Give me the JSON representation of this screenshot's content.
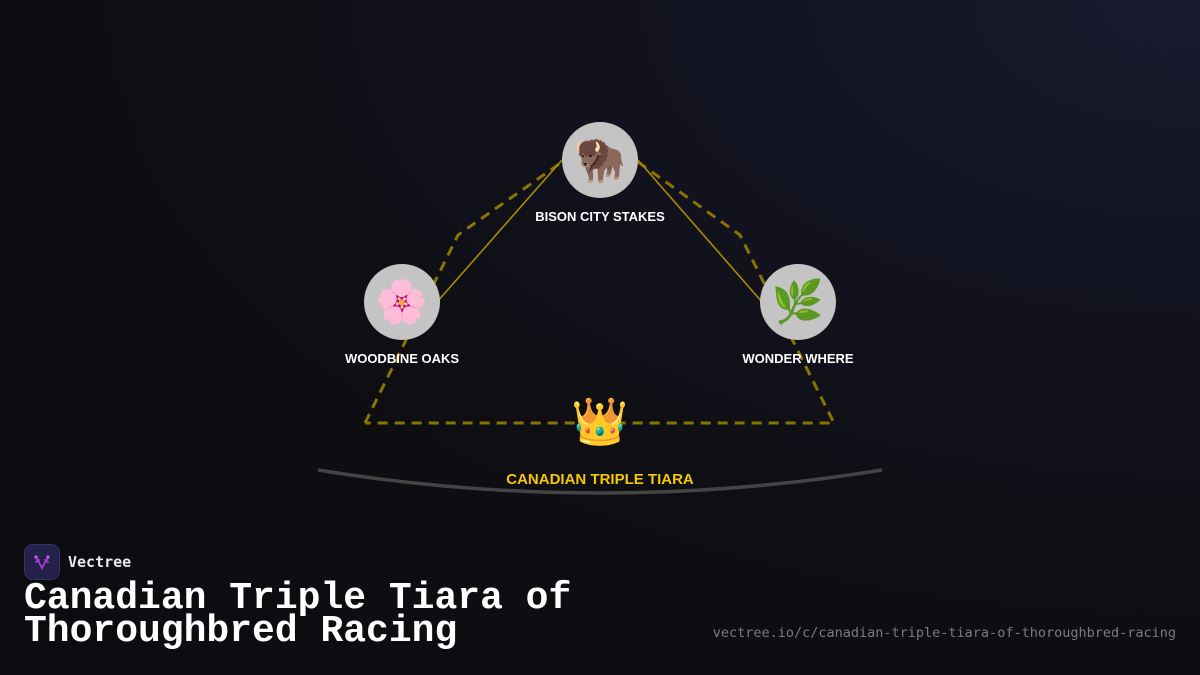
{
  "diagram": {
    "nodes": [
      {
        "label": "BISON CITY STAKES",
        "icon": "bison-icon",
        "emoji": "🦬"
      },
      {
        "label": "WOODBINE OAKS",
        "icon": "cherry-blossom-icon",
        "emoji": "🌸"
      },
      {
        "label": "WONDER WHERE",
        "icon": "herb-icon",
        "emoji": "🌿"
      }
    ],
    "center": {
      "label": "CANADIAN TRIPLE TIARA",
      "icon": "crown-icon",
      "emoji": "👑"
    },
    "colors": {
      "connector": "#a88c00",
      "dashed": "#8a7400",
      "tiara_label": "#f5c800",
      "node_bg": "#c4c4c4",
      "arc": "#444444"
    }
  },
  "footer": {
    "brand": "Vectree",
    "title_line1": "Canadian Triple Tiara of",
    "title_line2": "Thoroughbred Racing",
    "url": "vectree.io/c/canadian-triple-tiara-of-thoroughbred-racing"
  }
}
